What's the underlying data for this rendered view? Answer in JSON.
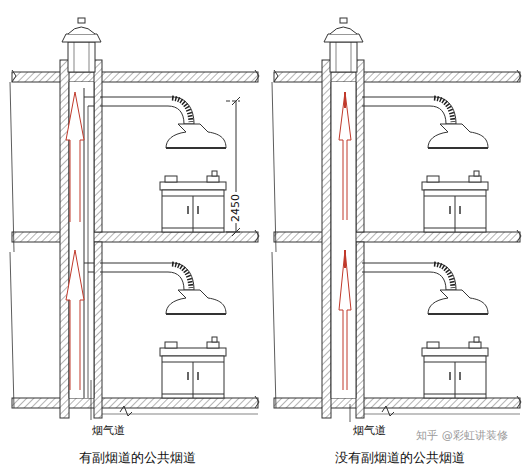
{
  "diagram": {
    "labels": [
      "2450",
      "烟气道",
      "烟气道",
      "有副烟道的公共烟道",
      "没有副烟道的公共烟道",
      "知乎 @彩虹讲装修"
    ]
  }
}
